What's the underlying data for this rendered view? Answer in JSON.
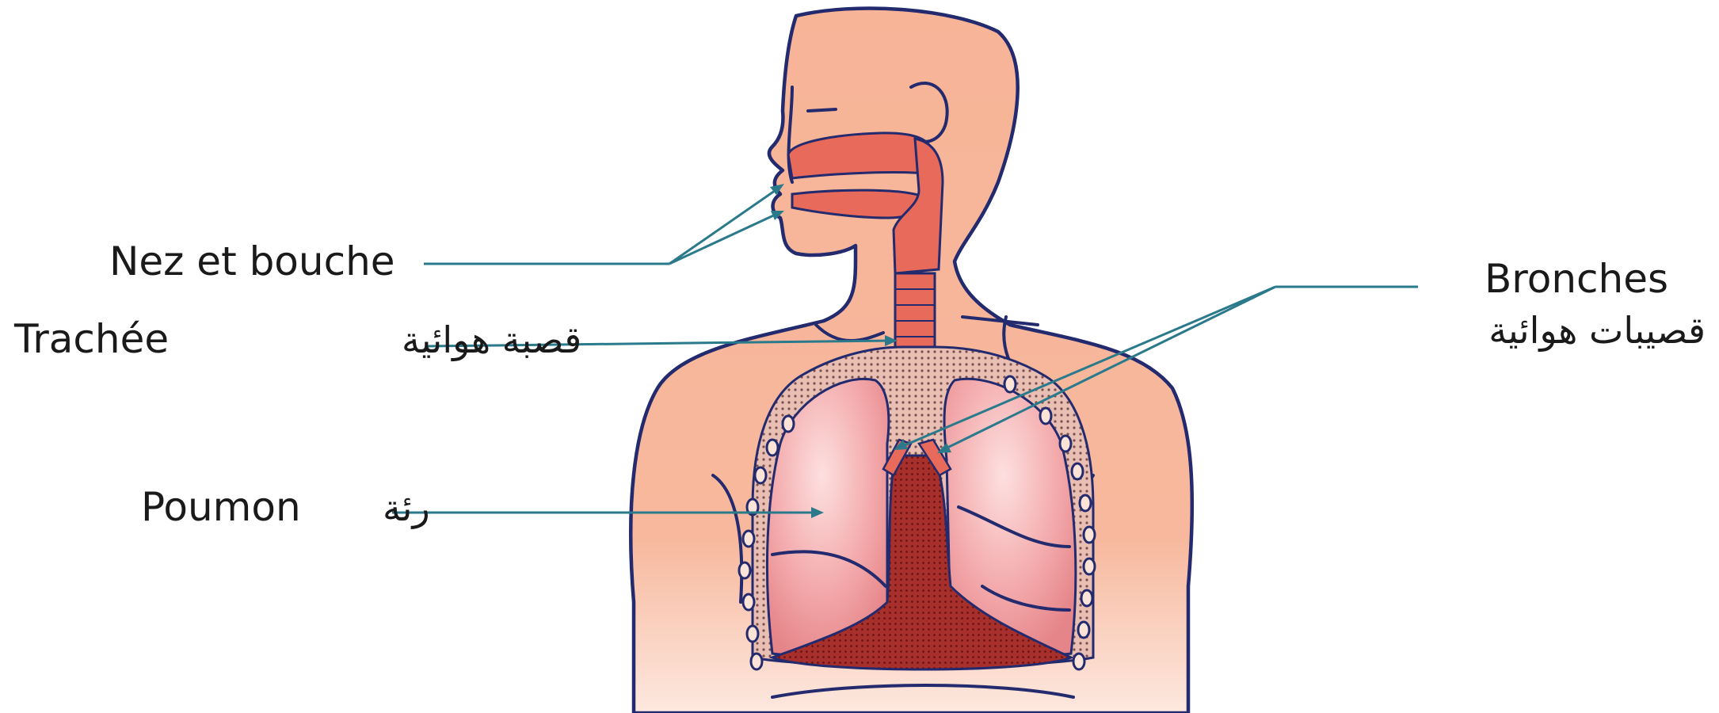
{
  "labels": {
    "nose_mouth": "Nez et bouche",
    "trachea_fr": "Trachée",
    "trachea_ar": "قصبة هوائية",
    "bronchi_fr": "Bronches",
    "bronchi_ar": "قصيبات هوائية",
    "lung_fr": "Poumon",
    "lung_ar": "رئة"
  },
  "colors": {
    "skin": "#f8b89a",
    "airway": "#e86a5a",
    "lung": "#f2a3a6",
    "dark_tissue": "#9c2a2a",
    "outline": "#232a6e",
    "leader": "#2a7a8c"
  }
}
